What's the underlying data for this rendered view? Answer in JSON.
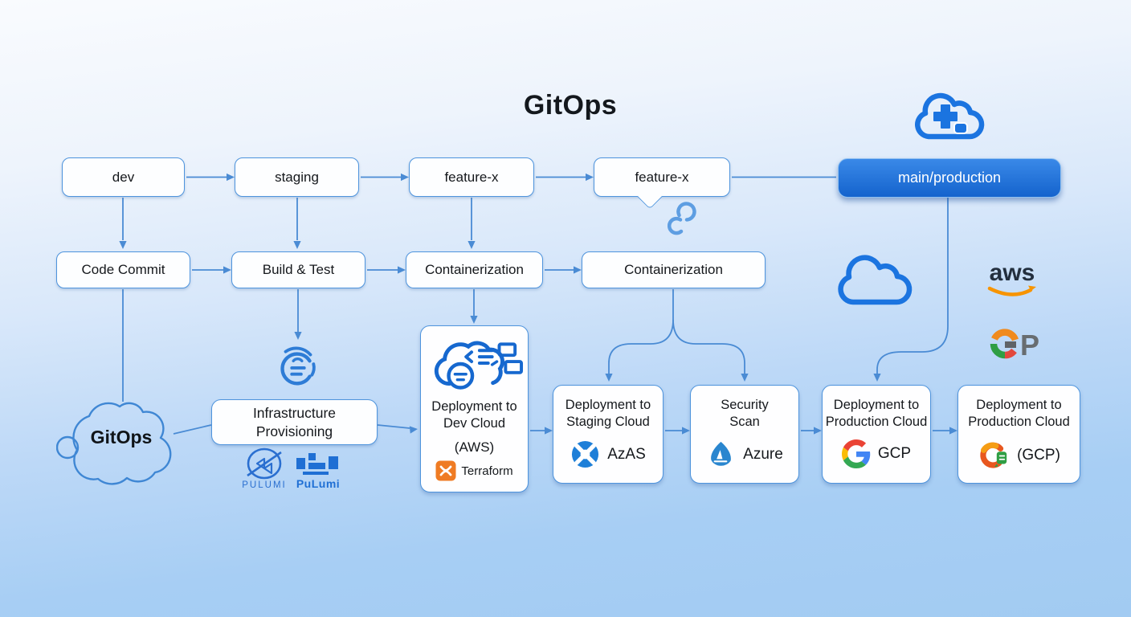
{
  "title": "GitOps",
  "branches": [
    {
      "label": "dev"
    },
    {
      "label": "staging"
    },
    {
      "label": "feature-x"
    },
    {
      "label": "feature-x"
    },
    {
      "label": "main/production",
      "highlighted": true
    }
  ],
  "stages": [
    {
      "label": "Code Commit"
    },
    {
      "label": "Build & Test"
    },
    {
      "label": "Containerization"
    },
    {
      "label": "Containerization"
    }
  ],
  "gitops": {
    "label": "GitOps"
  },
  "infrastructure": {
    "label": "Infrastructure\nProvisioning"
  },
  "iac_tools": [
    {
      "name": "PULUMI"
    },
    {
      "name": "PuLumi"
    }
  ],
  "deployments": [
    {
      "title": "Deployment to\nDev Cloud",
      "subtitle": "(AWS)",
      "tool": "Terraform",
      "icon": "terraform-icon"
    },
    {
      "title": "Deployment to\nStaging Cloud",
      "tool": "AzAS",
      "icon": "azure-devops-icon"
    },
    {
      "title": "Security\nScan",
      "tool": "Azure",
      "icon": "azure-icon"
    },
    {
      "title": "Deployment to\nProduction Cloud",
      "tool": "GCP",
      "icon": "google-g-icon"
    },
    {
      "title": "Deployment to\nProduction Cloud",
      "tool": "(GCP)",
      "icon": "gcp-swirl-icon"
    }
  ],
  "logos": {
    "aws": "aws",
    "gcp_monogram_p": "P"
  },
  "colors": {
    "accent": "#1b74e0",
    "box_border": "#4e94dd",
    "arrow": "#4a8bd4",
    "branch_highlight": "#1f6cd6"
  }
}
